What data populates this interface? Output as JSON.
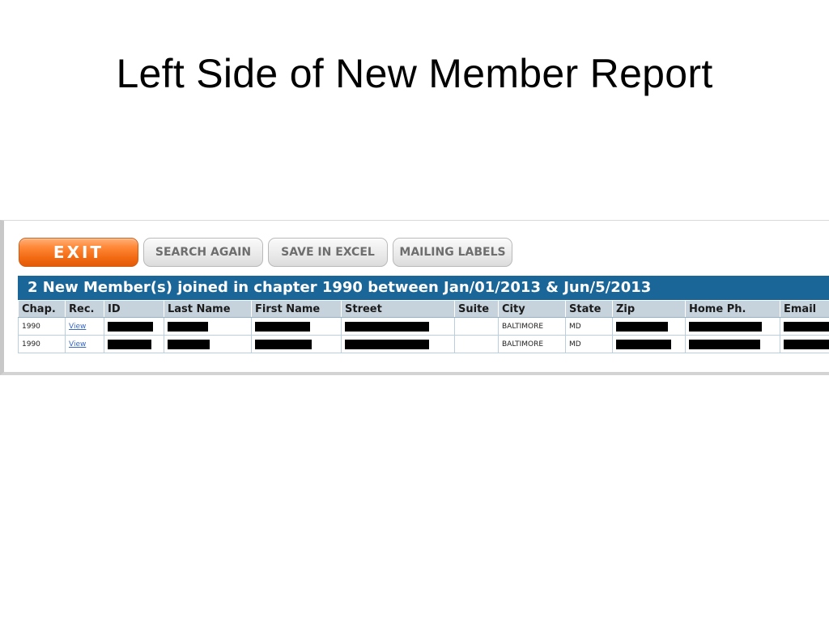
{
  "slide": {
    "title": "Left Side of New Member Report"
  },
  "toolbar": {
    "exit_label": "EXIT",
    "search_again_label": "SEARCH AGAIN",
    "save_excel_label": "SAVE IN EXCEL",
    "mailing_labels_label": "MAILING LABELS"
  },
  "report": {
    "banner": "2 New Member(s) joined in chapter 1990 between Jan/01/2013 & Jun/5/2013",
    "columns": [
      "Chap.",
      "Rec.",
      "ID",
      "Last Name",
      "First Name",
      "Street",
      "Suite",
      "City",
      "State",
      "Zip",
      "Home Ph.",
      "Email"
    ],
    "rows": [
      {
        "chap": "1990",
        "rec": "View",
        "city": "BALTIMORE",
        "state": "MD"
      },
      {
        "chap": "1990",
        "rec": "View",
        "city": "BALTIMORE",
        "state": "MD"
      }
    ]
  },
  "colors": {
    "exit_button": "#f26a12",
    "banner": "#1a6699",
    "header_row": "#c6d3dd",
    "link": "#3a66c4",
    "redaction": "#000000"
  }
}
